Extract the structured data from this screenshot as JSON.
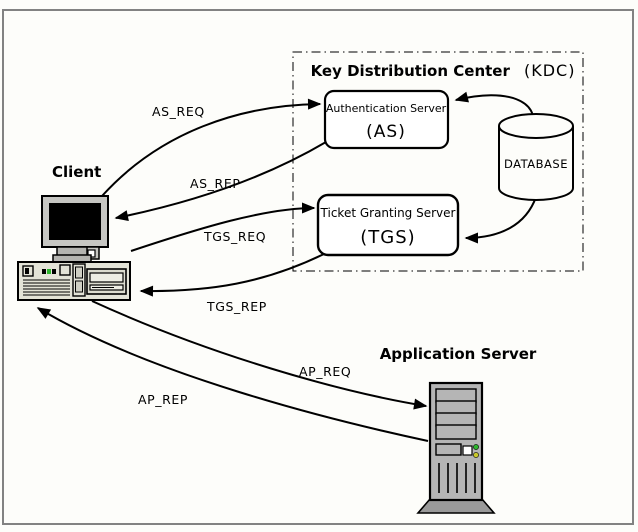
{
  "window": {
    "background": "#fdfdfa",
    "frame_color": "#828282"
  },
  "kdc": {
    "title": "Key Distribution Center",
    "title_paren": "(KDC)"
  },
  "nodes": {
    "client": {
      "label": "Client"
    },
    "auth_server": {
      "name": "Authentication Server",
      "abbr": "(AS)"
    },
    "ticket_server": {
      "name": "Ticket Granting Server",
      "abbr": "(TGS)"
    },
    "database": {
      "label": "DATABASE"
    },
    "app_server": {
      "label": "Application Server"
    }
  },
  "messages": {
    "as_req": {
      "label": "AS_REQ",
      "from": "client",
      "to": "auth_server"
    },
    "as_rep": {
      "label": "AS_REP",
      "from": "auth_server",
      "to": "client"
    },
    "tgs_req": {
      "label": "TGS_REQ",
      "from": "client",
      "to": "ticket_server"
    },
    "tgs_rep": {
      "label": "TGS_REP",
      "from": "ticket_server",
      "to": "client"
    },
    "ap_req": {
      "label": "AP_REQ",
      "from": "client",
      "to": "app_server"
    },
    "ap_rep": {
      "label": "AP_REP",
      "from": "app_server",
      "to": "client"
    }
  },
  "db_links": {
    "db_to_as": {
      "from": "database",
      "to": "auth_server"
    },
    "db_to_tgs": {
      "from": "database",
      "to": "ticket_server"
    }
  },
  "colors": {
    "line": "#000000",
    "box_fill": "#ffffff",
    "monitor_gray": "#c6c6c2",
    "case_beige": "#e3e3d7",
    "tower_gray": "#b5b5b5",
    "base_gray": "#9a9a9a",
    "led_green": "#2db52d",
    "led_yellow": "#c9c92a",
    "screen_black": "#000000"
  }
}
